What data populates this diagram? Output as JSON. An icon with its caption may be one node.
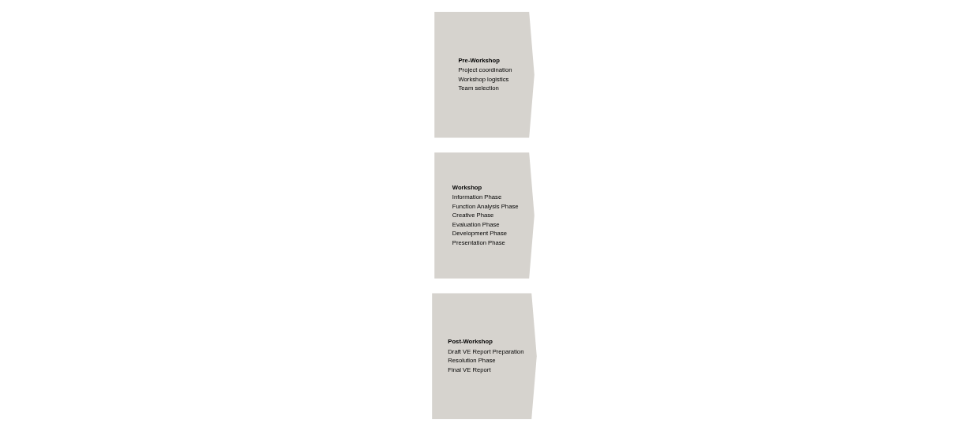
{
  "diagram": {
    "nodes": [
      {
        "text": [
          "Pre-Workshop",
          "Project coordination",
          "Workshop logistics",
          "Team selection"
        ]
      },
      {
        "text": [
          "Workshop",
          "Information Phase",
          "Function Analysis Phase",
          "Creative Phase",
          "Evaluation Phase",
          "Development Phase",
          "Presentation Phase"
        ]
      },
      {
        "text": [
          "Post-Workshop",
          "Draft VE Report Preparation",
          "Resolution Phase",
          "Final VE Report"
        ]
      }
    ]
  }
}
